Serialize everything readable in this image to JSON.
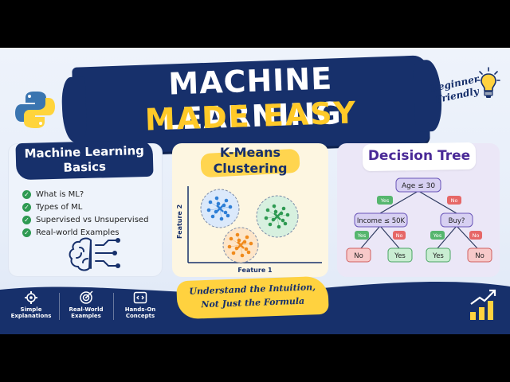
{
  "title": {
    "line1": "MACHINE LEARNING",
    "line2": "MADE EASY"
  },
  "badge": {
    "line1": "Beginner",
    "line2": "Friendly"
  },
  "icons": {
    "brand": "python-logo",
    "idea": "lightbulb-icon",
    "brain": "brain-circuit-icon",
    "growth": "growth-chart-icon"
  },
  "colors": {
    "navy": "#17306b",
    "yellow": "#ffc928",
    "green": "#2e9a52",
    "purple": "#4a2a97"
  },
  "basics": {
    "title_line1": "Machine Learning",
    "title_line2": "Basics",
    "items": [
      "What is ML?",
      "Types of ML",
      "Supervised vs Unsupervised",
      "Real-world Examples"
    ]
  },
  "kmeans": {
    "title_line1": "K-Means",
    "title_line2": "Clustering",
    "xlabel": "Feature 1",
    "ylabel": "Feature 2"
  },
  "tree": {
    "title": "Decision Tree",
    "root": "Age ≤ 30",
    "yes": "Yes",
    "no": "No",
    "left_node": "Income ≤ 50K",
    "right_node": "Buy?",
    "leaves": [
      "No",
      "Yes",
      "Yes",
      "No"
    ]
  },
  "tagline": {
    "line1": "Understand the Intuition,",
    "line2": "Not Just the Formula"
  },
  "features": [
    {
      "line1": "Simple",
      "line2": "Explanations"
    },
    {
      "line1": "Real-World",
      "line2": "Examples"
    },
    {
      "line1": "Hands-On",
      "line2": "Concepts"
    }
  ]
}
